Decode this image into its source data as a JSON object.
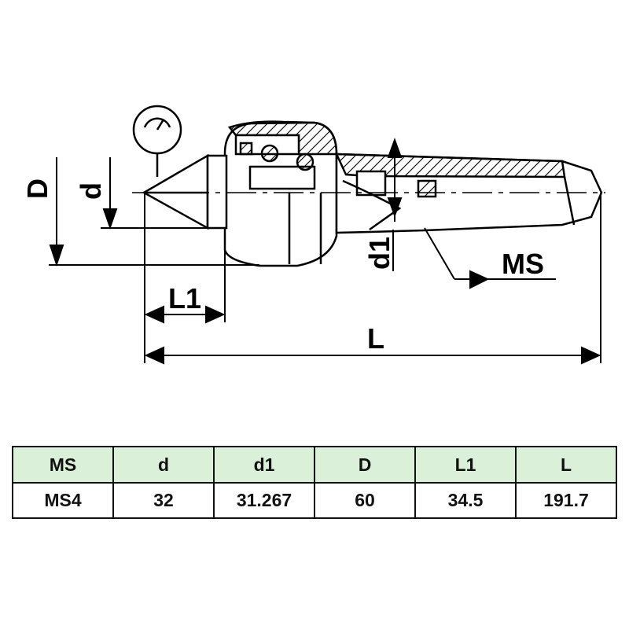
{
  "drawing": {
    "labels": {
      "D": "D",
      "d": "d",
      "d1": "d1",
      "MS": "MS",
      "L1": "L1",
      "L": "L"
    }
  },
  "table": {
    "header_bg": "#daf0d9",
    "headers": [
      "MS",
      "d",
      "d1",
      "D",
      "L1",
      "L"
    ],
    "rows": [
      [
        "MS4",
        "32",
        "31.267",
        "60",
        "34.5",
        "191.7"
      ]
    ]
  }
}
